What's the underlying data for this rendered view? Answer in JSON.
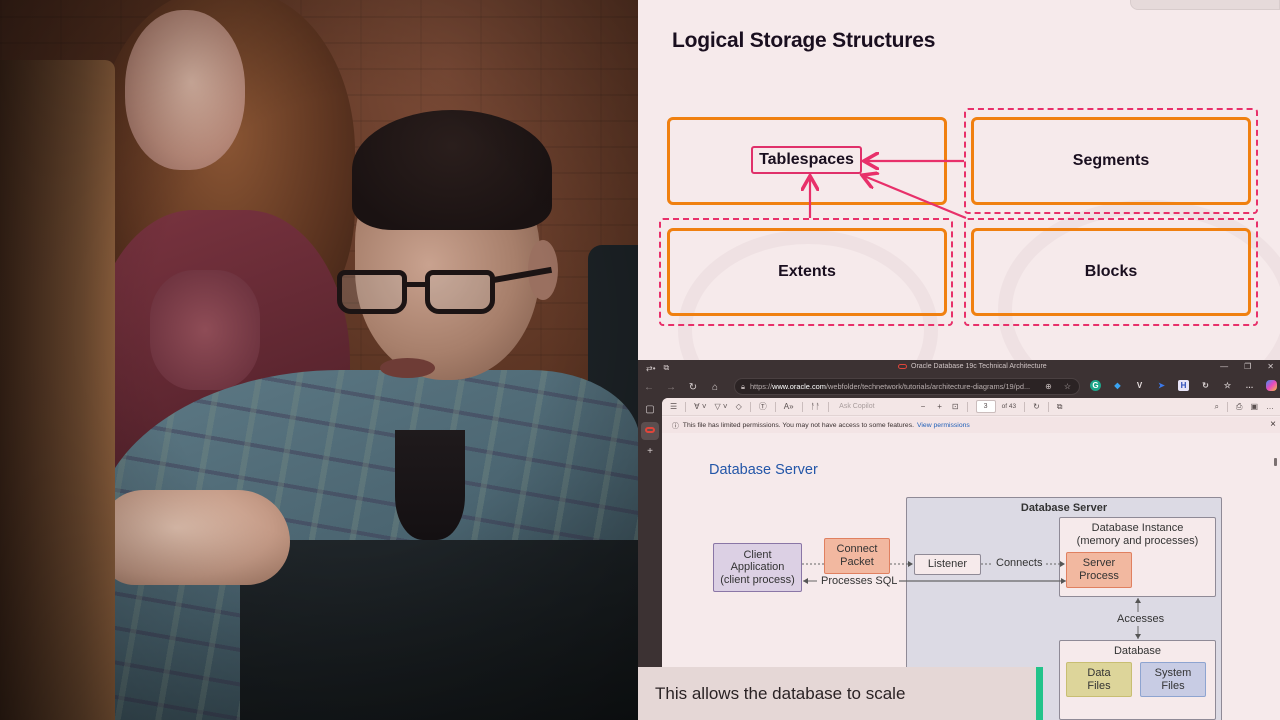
{
  "photo": {
    "description": "Two people looking at a computer monitor; man with glasses pointing at the screen"
  },
  "slide": {
    "title": "Logical Storage Structures",
    "boxes": [
      {
        "id": "tablespaces",
        "label": "Tablespaces"
      },
      {
        "id": "segments",
        "label": "Segments"
      },
      {
        "id": "extents",
        "label": "Extents"
      },
      {
        "id": "blocks",
        "label": "Blocks"
      }
    ],
    "colors": {
      "box_border": "#f08010",
      "dashed": "#e8306a",
      "arrow": "#e8306a",
      "title": "#1a0f1f",
      "background": "#f6eaeb"
    }
  },
  "browser": {
    "window_title": "Oracle Database 19c Technical Architecture",
    "url": {
      "scheme": "https://",
      "host": "www.oracle.com",
      "path": "/webfolder/technetwork/tutorials/architecture-diagrams/19/pd..."
    },
    "toolbar_icons": [
      "back-icon",
      "forward-icon",
      "refresh-icon",
      "home-icon"
    ],
    "extensions": [
      "grammarly-icon",
      "gem-icon",
      "v-extension-icon",
      "arrow-extension-icon",
      "h-extension-icon",
      "refresh-extension-icon",
      "favorites-icon",
      "more-icon",
      "copilot-icon"
    ],
    "pdf_toolbar": {
      "ask_copilot_placeholder": "Ask Copilot",
      "zoom_out": "−",
      "zoom_in": "+",
      "page_current": "3",
      "page_total": "of 43"
    },
    "infobar": {
      "message": "This file has limited permissions. You may not have access to some features.",
      "link": "View permissions",
      "close": "×"
    },
    "document": {
      "heading": "Database Server",
      "diagram": {
        "client": "Client Application (client process)",
        "client_lines": [
          "Client",
          "Application",
          "(client process)"
        ],
        "connect_packet_lines": [
          "Connect",
          "Packet"
        ],
        "processes_sql": "Processes SQL",
        "server_title": "Database Server",
        "listener": "Listener",
        "connects": "Connects",
        "instance_lines": [
          "Database Instance",
          "(memory and processes)"
        ],
        "server_process_lines": [
          "Server",
          "Process"
        ],
        "accesses": "Accesses",
        "database": "Database",
        "data_files_lines": [
          "Data",
          "Files"
        ],
        "system_files_lines": [
          "System",
          "Files"
        ]
      }
    }
  },
  "caption": {
    "text": "This allows the database to scale",
    "accent": "#22c38a"
  }
}
